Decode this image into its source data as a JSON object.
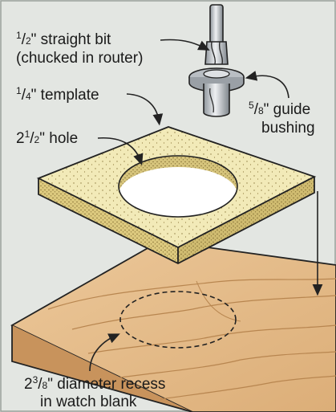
{
  "labels": {
    "bit": {
      "line1": {
        "whole": "",
        "num": "1",
        "den": "2",
        "text": "\" straight bit"
      },
      "line2": "(chucked in router)"
    },
    "template": {
      "num": "1",
      "den": "4",
      "text": "\" template"
    },
    "hole": {
      "whole": "2",
      "num": "1",
      "den": "2",
      "text": "\" hole"
    },
    "bushing": {
      "line1": {
        "num": "5",
        "den": "8",
        "text": "\" guide"
      },
      "line2": "bushing"
    },
    "recess": {
      "line1": {
        "whole": "2",
        "num": "3",
        "den": "8",
        "text": "\" diameter recess"
      },
      "line2": "in watch blank"
    }
  },
  "colors": {
    "background": "#dfe3df",
    "template_top": "#f1e9b4",
    "template_edge": "#d9c98a",
    "wood": "#e7c194",
    "wood_dark": "#c9985f",
    "metal": "#c9cdd1",
    "outline": "#222222"
  }
}
